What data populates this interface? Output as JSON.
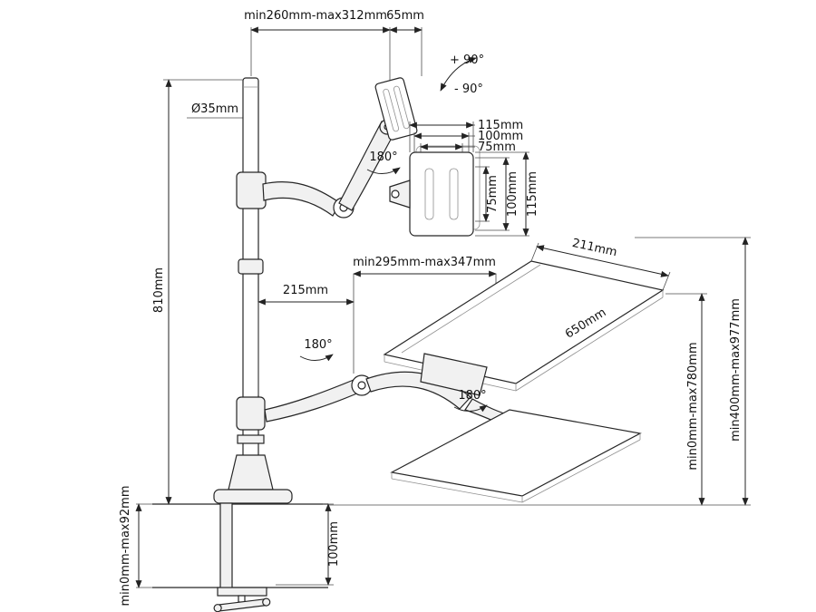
{
  "labels": {
    "pole_extension": "min260mm-max312mm",
    "monitor_offset": "65mm",
    "tilt_up": "+ 90°",
    "tilt_down": "- 90°",
    "pole_diameter": "Ø35mm",
    "head_swivel": "180°",
    "vesa_w_115": "115mm",
    "vesa_w_100": "100mm",
    "vesa_w_75": "75mm",
    "vesa_h_75": "75mm",
    "vesa_h_100": "100mm",
    "vesa_h_115": "115mm",
    "pole_height": "810mm",
    "arm_reach": "min295mm-max347mm",
    "elbow_offset": "215mm",
    "arm_swivel": "180°",
    "surface_depth": "211mm",
    "surface_width": "650mm",
    "tray_swivel": "180°",
    "monitor_height_range": "min400mm-max977mm",
    "surface_height_range": "min0mm-max780mm",
    "clamp_opening": "min0mm-max92mm",
    "clamp_depth": "100mm"
  }
}
